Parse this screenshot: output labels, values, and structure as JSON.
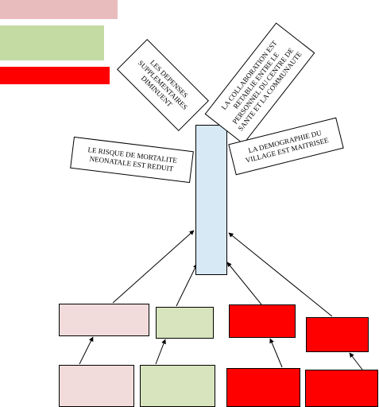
{
  "colors": {
    "pink": "#e8bcbc",
    "light_pink": "#f2dcdb",
    "green": "#c4dca4",
    "light_green": "#d7e4bd",
    "red": "#ff0000",
    "light_blue": "#d7e9f4",
    "border": "#000000"
  },
  "legend": [
    {
      "name": "legend-swatch-pink",
      "color": "#e8bcbc",
      "text": ""
    },
    {
      "name": "legend-swatch-green",
      "color": "#c4dca4",
      "text": ""
    },
    {
      "name": "legend-swatch-red",
      "color": "#ff0000",
      "text": ""
    }
  ],
  "outcomes": {
    "depenses": "LES DEPENSES SUPPLEMENTAIRES DIMINUENT",
    "collaboration": "LA COLLABORATION EST RETABLIE ENTRE LE PERSONNEL DU CENTRE DE SANTE ET LA COMMUNAUTE",
    "mortalite": "LE RISQUE DE MORTALITE NEONATALE EST REDUIT",
    "demographie": "LA DEMOGRAPHIE DU VILLAGE EST MAITRISEE"
  },
  "central_objective": "",
  "result_boxes": [
    "",
    "",
    "",
    ""
  ],
  "activity_boxes": [
    "",
    "",
    "",
    ""
  ]
}
